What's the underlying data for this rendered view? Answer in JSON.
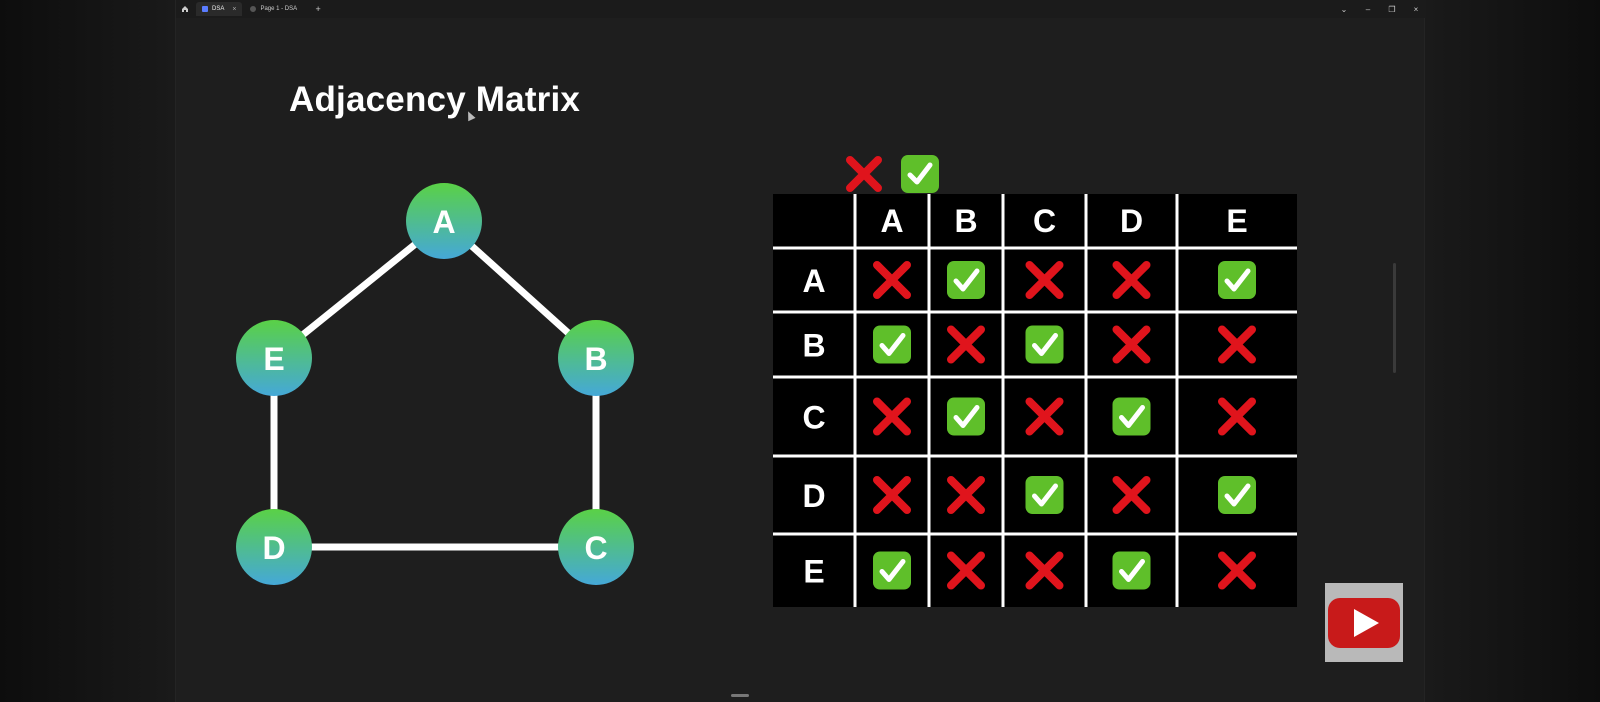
{
  "titlebar": {
    "tabs": [
      {
        "label": "DSA",
        "active": true
      },
      {
        "label": "Page 1 - DSA",
        "active": false
      }
    ],
    "new_tab": "+",
    "tab_close": "×",
    "controls": {
      "dropdown": "⌄",
      "minimize": "–",
      "restore": "❐",
      "close": "×"
    }
  },
  "slide": {
    "title": "Adjacency Matrix",
    "legend": {
      "no_edge": "✕",
      "edge": "✓"
    }
  },
  "graph": {
    "nodes": [
      "A",
      "B",
      "C",
      "D",
      "E"
    ],
    "edges": [
      [
        "A",
        "B"
      ],
      [
        "A",
        "E"
      ],
      [
        "B",
        "C"
      ],
      [
        "C",
        "D"
      ],
      [
        "D",
        "E"
      ]
    ],
    "node_gradient": [
      "#5ad146",
      "#45a8d8"
    ],
    "edge_color": "#ffffff"
  },
  "matrix": {
    "columns": [
      "A",
      "B",
      "C",
      "D",
      "E"
    ],
    "rows": [
      "A",
      "B",
      "C",
      "D",
      "E"
    ],
    "cells": [
      [
        0,
        1,
        0,
        0,
        1
      ],
      [
        1,
        0,
        1,
        0,
        0
      ],
      [
        0,
        1,
        0,
        1,
        0
      ],
      [
        0,
        0,
        1,
        0,
        1
      ],
      [
        1,
        0,
        0,
        1,
        0
      ]
    ],
    "check_color": "#5fbf2a",
    "cross_color": "#e0141c"
  },
  "overlay": {
    "youtube_icon": "play-icon"
  }
}
